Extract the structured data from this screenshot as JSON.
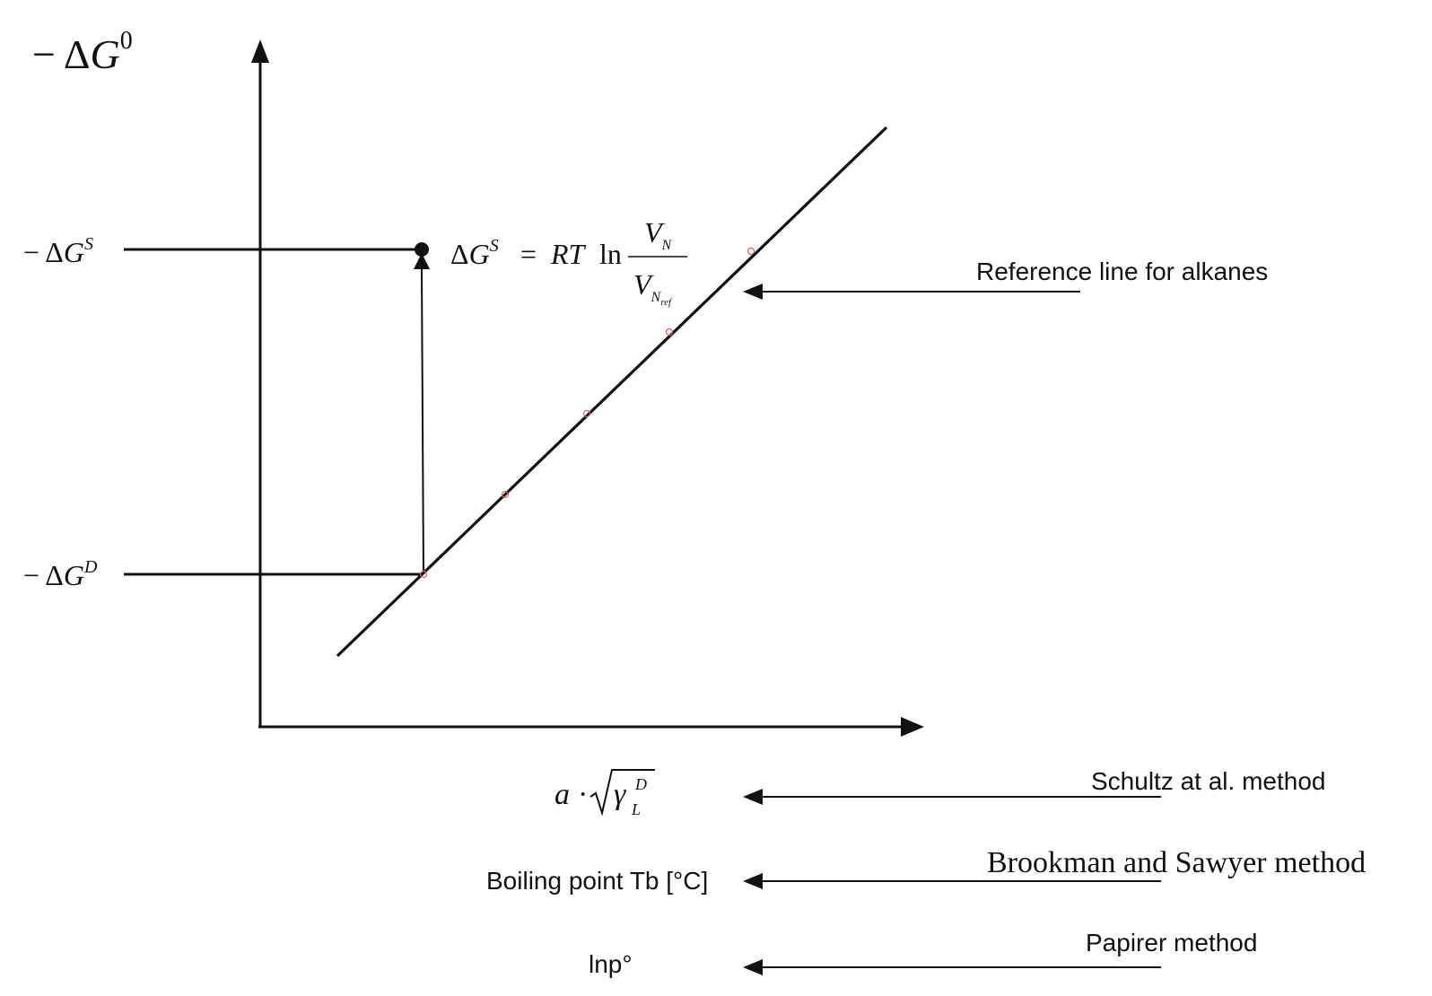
{
  "diagram": {
    "y_axis_label": {
      "prefix": "− Δ",
      "var": "G",
      "sup": "0"
    },
    "level_s": {
      "prefix": "− Δ",
      "var": "G",
      "sup": "S"
    },
    "level_d": {
      "prefix": "− Δ",
      "var": "G",
      "sup": "D"
    },
    "equation": {
      "lhs_var": "G",
      "lhs_prefix": "Δ",
      "lhs_sup": "S",
      "equals": "=",
      "rt": "RT",
      "ln": "ln",
      "num_var": "V",
      "num_sub": "N",
      "den_var": "V",
      "den_sub": "N",
      "den_subsub": "ref"
    },
    "reference_line_label": "Reference line for alkanes",
    "x_axis_methods": [
      {
        "id": "schultz",
        "x_label": "a · √γ_L^D",
        "method": "Schultz at al. method"
      },
      {
        "id": "brookman",
        "x_label": "Boiling point Tb [°C]",
        "method": "Brookman and Sawyer method"
      },
      {
        "id": "papirer",
        "x_label": "lnp°",
        "method": "Papirer method"
      }
    ],
    "x_label_schultz": {
      "a": "a",
      "dot": "·",
      "gamma": "γ",
      "sub": "L",
      "sup": "D"
    },
    "x_label_brookman": "Boiling point Tb [°C]",
    "x_label_papirer": "lnp°",
    "method_schultz": "Schultz at al. method",
    "method_brookman": "Brookman and Sawyer method",
    "method_papirer": "Papirer method",
    "colors": {
      "line": "#111111",
      "data_point": "#e06060",
      "background": "#ffffff"
    }
  }
}
